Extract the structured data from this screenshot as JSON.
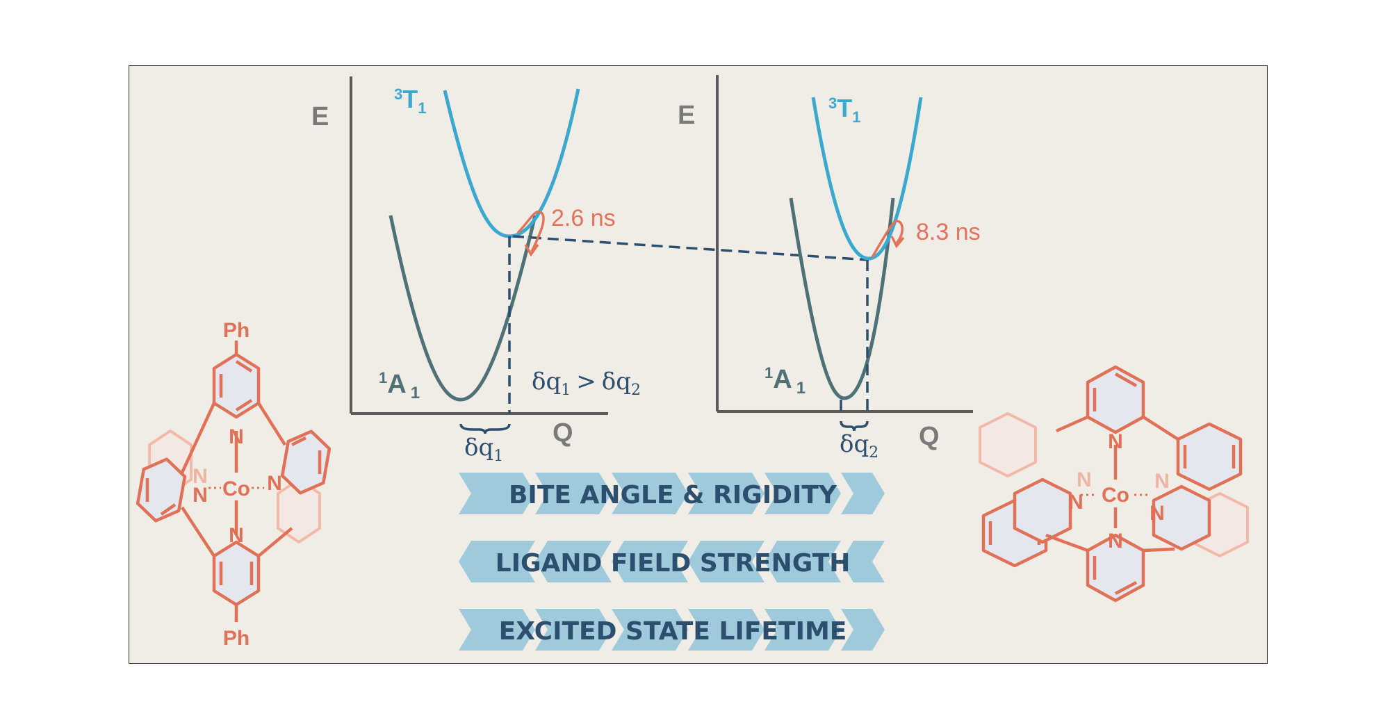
{
  "diagram_left": {
    "y_axis_label": "E",
    "x_axis_label": "Q",
    "excited_state": {
      "base": "T",
      "superscript": "3",
      "subscript": "1"
    },
    "ground_state": {
      "base": "A",
      "superscript": "1",
      "subscript": "1"
    },
    "lifetime": "2.6 ns",
    "displacement": {
      "base": "δq",
      "subscript": "1"
    },
    "comparison": {
      "left": "δq",
      "left_sub": "1",
      "op": ">",
      "right": "δq",
      "right_sub": "2"
    }
  },
  "diagram_right": {
    "y_axis_label": "E",
    "x_axis_label": "Q",
    "excited_state": {
      "base": "T",
      "superscript": "3",
      "subscript": "1"
    },
    "ground_state": {
      "base": "A",
      "superscript": "1",
      "subscript": "1"
    },
    "lifetime": "8.3 ns",
    "displacement": {
      "base": "δq",
      "subscript": "2"
    }
  },
  "banners": [
    {
      "text": "BITE ANGLE & RIGIDITY",
      "direction": "right"
    },
    {
      "text": "LIGAND FIELD STRENGTH",
      "direction": "left"
    },
    {
      "text": "EXCITED STATE LIFETIME",
      "direction": "right"
    }
  ],
  "molecule_left": {
    "top_substituent": "Ph",
    "bottom_substituent": "Ph",
    "metal": "Co",
    "donor": "N"
  },
  "molecule_right": {
    "metal": "Co",
    "donor": "N"
  },
  "colors": {
    "ground_curve": "#4e7077",
    "excited_curve": "#3aa8cf",
    "lifetime": "#e2735a",
    "banner": "#9fcadb",
    "banner_text": "#2d4f6f",
    "molecule": "#e07157",
    "background": "#f0ece6"
  }
}
